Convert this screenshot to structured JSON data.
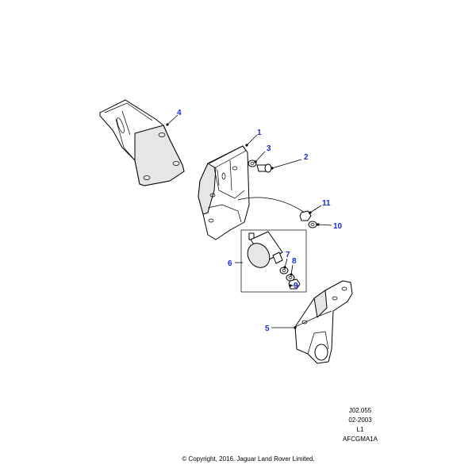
{
  "colors": {
    "callout": "#1a2ad8",
    "line": "#000000",
    "background": "#ffffff"
  },
  "callouts": [
    {
      "id": "1",
      "label": "1"
    },
    {
      "id": "2",
      "label": "2"
    },
    {
      "id": "3",
      "label": "3"
    },
    {
      "id": "4",
      "label": "4"
    },
    {
      "id": "5",
      "label": "5"
    },
    {
      "id": "6",
      "label": "6"
    },
    {
      "id": "7",
      "label": "7"
    },
    {
      "id": "8",
      "label": "8"
    },
    {
      "id": "9",
      "label": "9"
    },
    {
      "id": "10",
      "label": "10"
    },
    {
      "id": "11",
      "label": "11"
    }
  ],
  "reference": {
    "code": "J02.055",
    "date": "02-2003",
    "level": "L1",
    "illustration_id": "AFCGMA1A"
  },
  "copyright": "© Copyright, 2016. Jaguar Land Rover Limited."
}
